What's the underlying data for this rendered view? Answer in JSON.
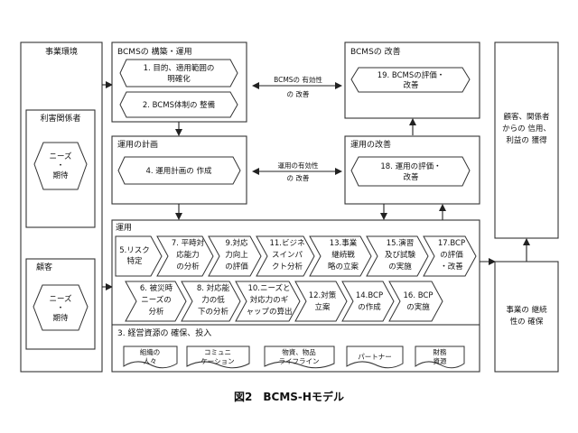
{
  "left": {
    "env_title": "事業環境",
    "stakeholders_title": "利害関係者",
    "stakeholder_need_1": "ニーズ",
    "stakeholder_sep": "・",
    "stakeholder_need_2": "期待",
    "customer_title": "顧客",
    "customer_need_1": "ニーズ",
    "customer_sep": "・",
    "customer_need_2": "期待"
  },
  "build": {
    "title": "BCMSの 構築・運用",
    "item1_line1": "1. 目的、適用範囲の",
    "item1_line2": "明確化",
    "item2": "2. BCMS体制の 整備"
  },
  "plan": {
    "title": "運用の計画",
    "item4": "4. 運用計画の 作成"
  },
  "improve": {
    "title": "BCMSの 改善",
    "item19_line1": "19. BCMSの評価・",
    "item19_line2": "改善"
  },
  "op_improve": {
    "title": "運用の改善",
    "item18_line1": "18. 運用の評価・",
    "item18_line2": "改善"
  },
  "middle_labels": {
    "bcms_eff_line1": "BCMSの 有効性",
    "bcms_eff_line2": "の 改善",
    "op_eff_line1": "運用の有効性",
    "op_eff_line2": "の 改善"
  },
  "operation": {
    "title": "運用",
    "row1": [
      {
        "line1": "5.リスク",
        "line2": "特定",
        "line3": ""
      },
      {
        "line1": "7. 平時対",
        "line2": "応能力",
        "line3": "の分析"
      },
      {
        "line1": "9.対応",
        "line2": "力向上",
        "line3": "の評価"
      },
      {
        "line1": "11.ビジネ",
        "line2": "スインパ",
        "line3": "クト分析"
      },
      {
        "line1": "13.事業",
        "line2": "継続戦",
        "line3": "略の立案"
      },
      {
        "line1": "15.演習",
        "line2": "及び試験",
        "line3": "の実施"
      },
      {
        "line1": "17.BCP",
        "line2": "の評価",
        "line3": "・改善"
      }
    ],
    "row2": [
      {
        "line1": "6. 被災時",
        "line2": "ニーズの",
        "line3": "分析"
      },
      {
        "line1": "8. 対応能",
        "line2": "力の低",
        "line3": "下の分析"
      },
      {
        "line1": "10.ニーズと",
        "line2": "対応力のギ",
        "line3": "ャップの算出"
      },
      {
        "line1": "12.対策",
        "line2": "立案",
        "line3": ""
      },
      {
        "line1": "14.BCP",
        "line2": "の作成",
        "line3": ""
      },
      {
        "line1": "16. BCP",
        "line2": "の実施",
        "line3": ""
      }
    ]
  },
  "resources": {
    "title": "3. 経営資源の 確保、投入",
    "items": [
      {
        "line1": "組織の",
        "line2": "人々"
      },
      {
        "line1": "コミュニ",
        "line2": "ケーション"
      },
      {
        "line1": "物資、物品",
        "line2": "ライフライン"
      },
      {
        "line1": "パートナー",
        "line2": ""
      },
      {
        "line1": "財務",
        "line2": "資源"
      }
    ]
  },
  "right": {
    "trust_line1": "顧客、関係者",
    "trust_line2": "からの 信用、",
    "trust_line3": "利益の 獲得",
    "continuity_line1": "事業の 継続",
    "continuity_line2": "性の 確保"
  },
  "caption": "図2　BCMS-Hモデル"
}
